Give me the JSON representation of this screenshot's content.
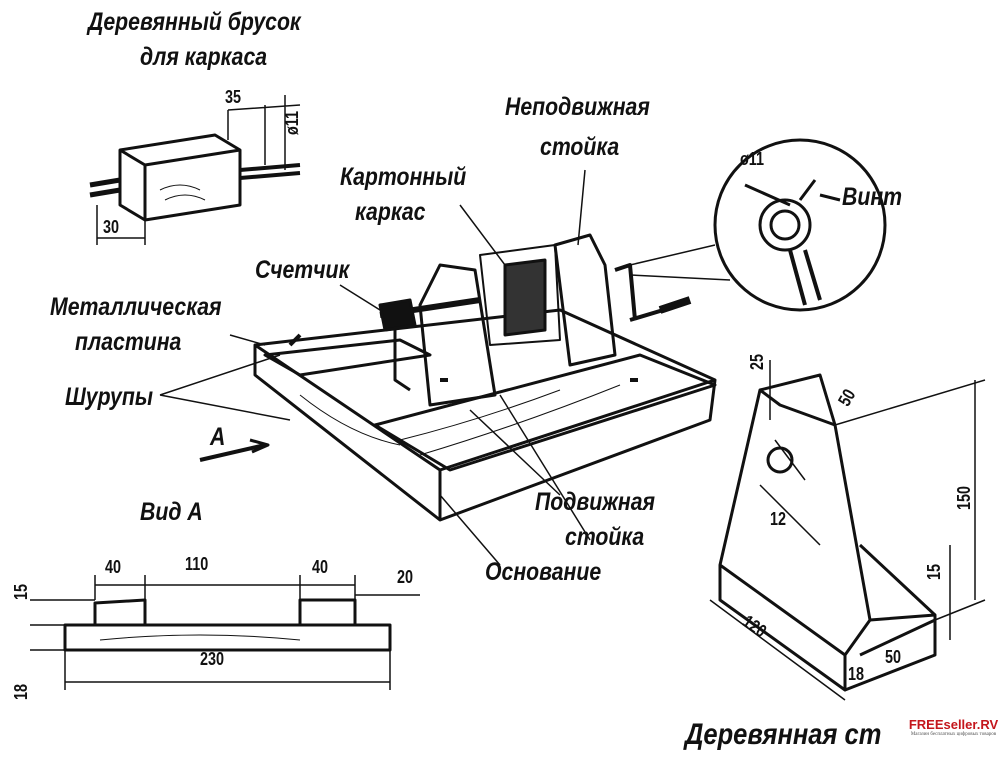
{
  "labels": {
    "bar_title_1": "Деревянный брусок",
    "bar_title_2": "для каркаса",
    "fixed_post_1": "Неподвижная",
    "fixed_post_2": "стойка",
    "frame_1": "Картонный",
    "frame_2": "каркас",
    "screw": "Винт",
    "counter": "Счетчик",
    "metal_plate_1": "Металлическая",
    "metal_plate_2": "пластина",
    "screws": "Шурупы",
    "arrow_a": "А",
    "view_a": "Вид А",
    "movable_post_1": "Подвижная",
    "movable_post_2": "стойка",
    "base": "Основание",
    "wooden_post": "Деревянная ст"
  },
  "dimensions": {
    "bar_35": "35",
    "bar_d11": "ø11",
    "bar_30": "30",
    "detail_d11": "ø11",
    "view_15": "15",
    "view_40a": "40",
    "view_110": "110",
    "view_40b": "40",
    "view_20": "20",
    "view_18": "18",
    "view_230": "230",
    "post_25": "25",
    "post_50top": "50",
    "post_150": "150",
    "post_12": "12",
    "post_15": "15",
    "post_120": "120",
    "post_18": "18",
    "post_50": "50"
  },
  "watermark": {
    "brand": "FREEseller.RV",
    "tagline": "Магазин бесплатных цифровых товаров"
  }
}
